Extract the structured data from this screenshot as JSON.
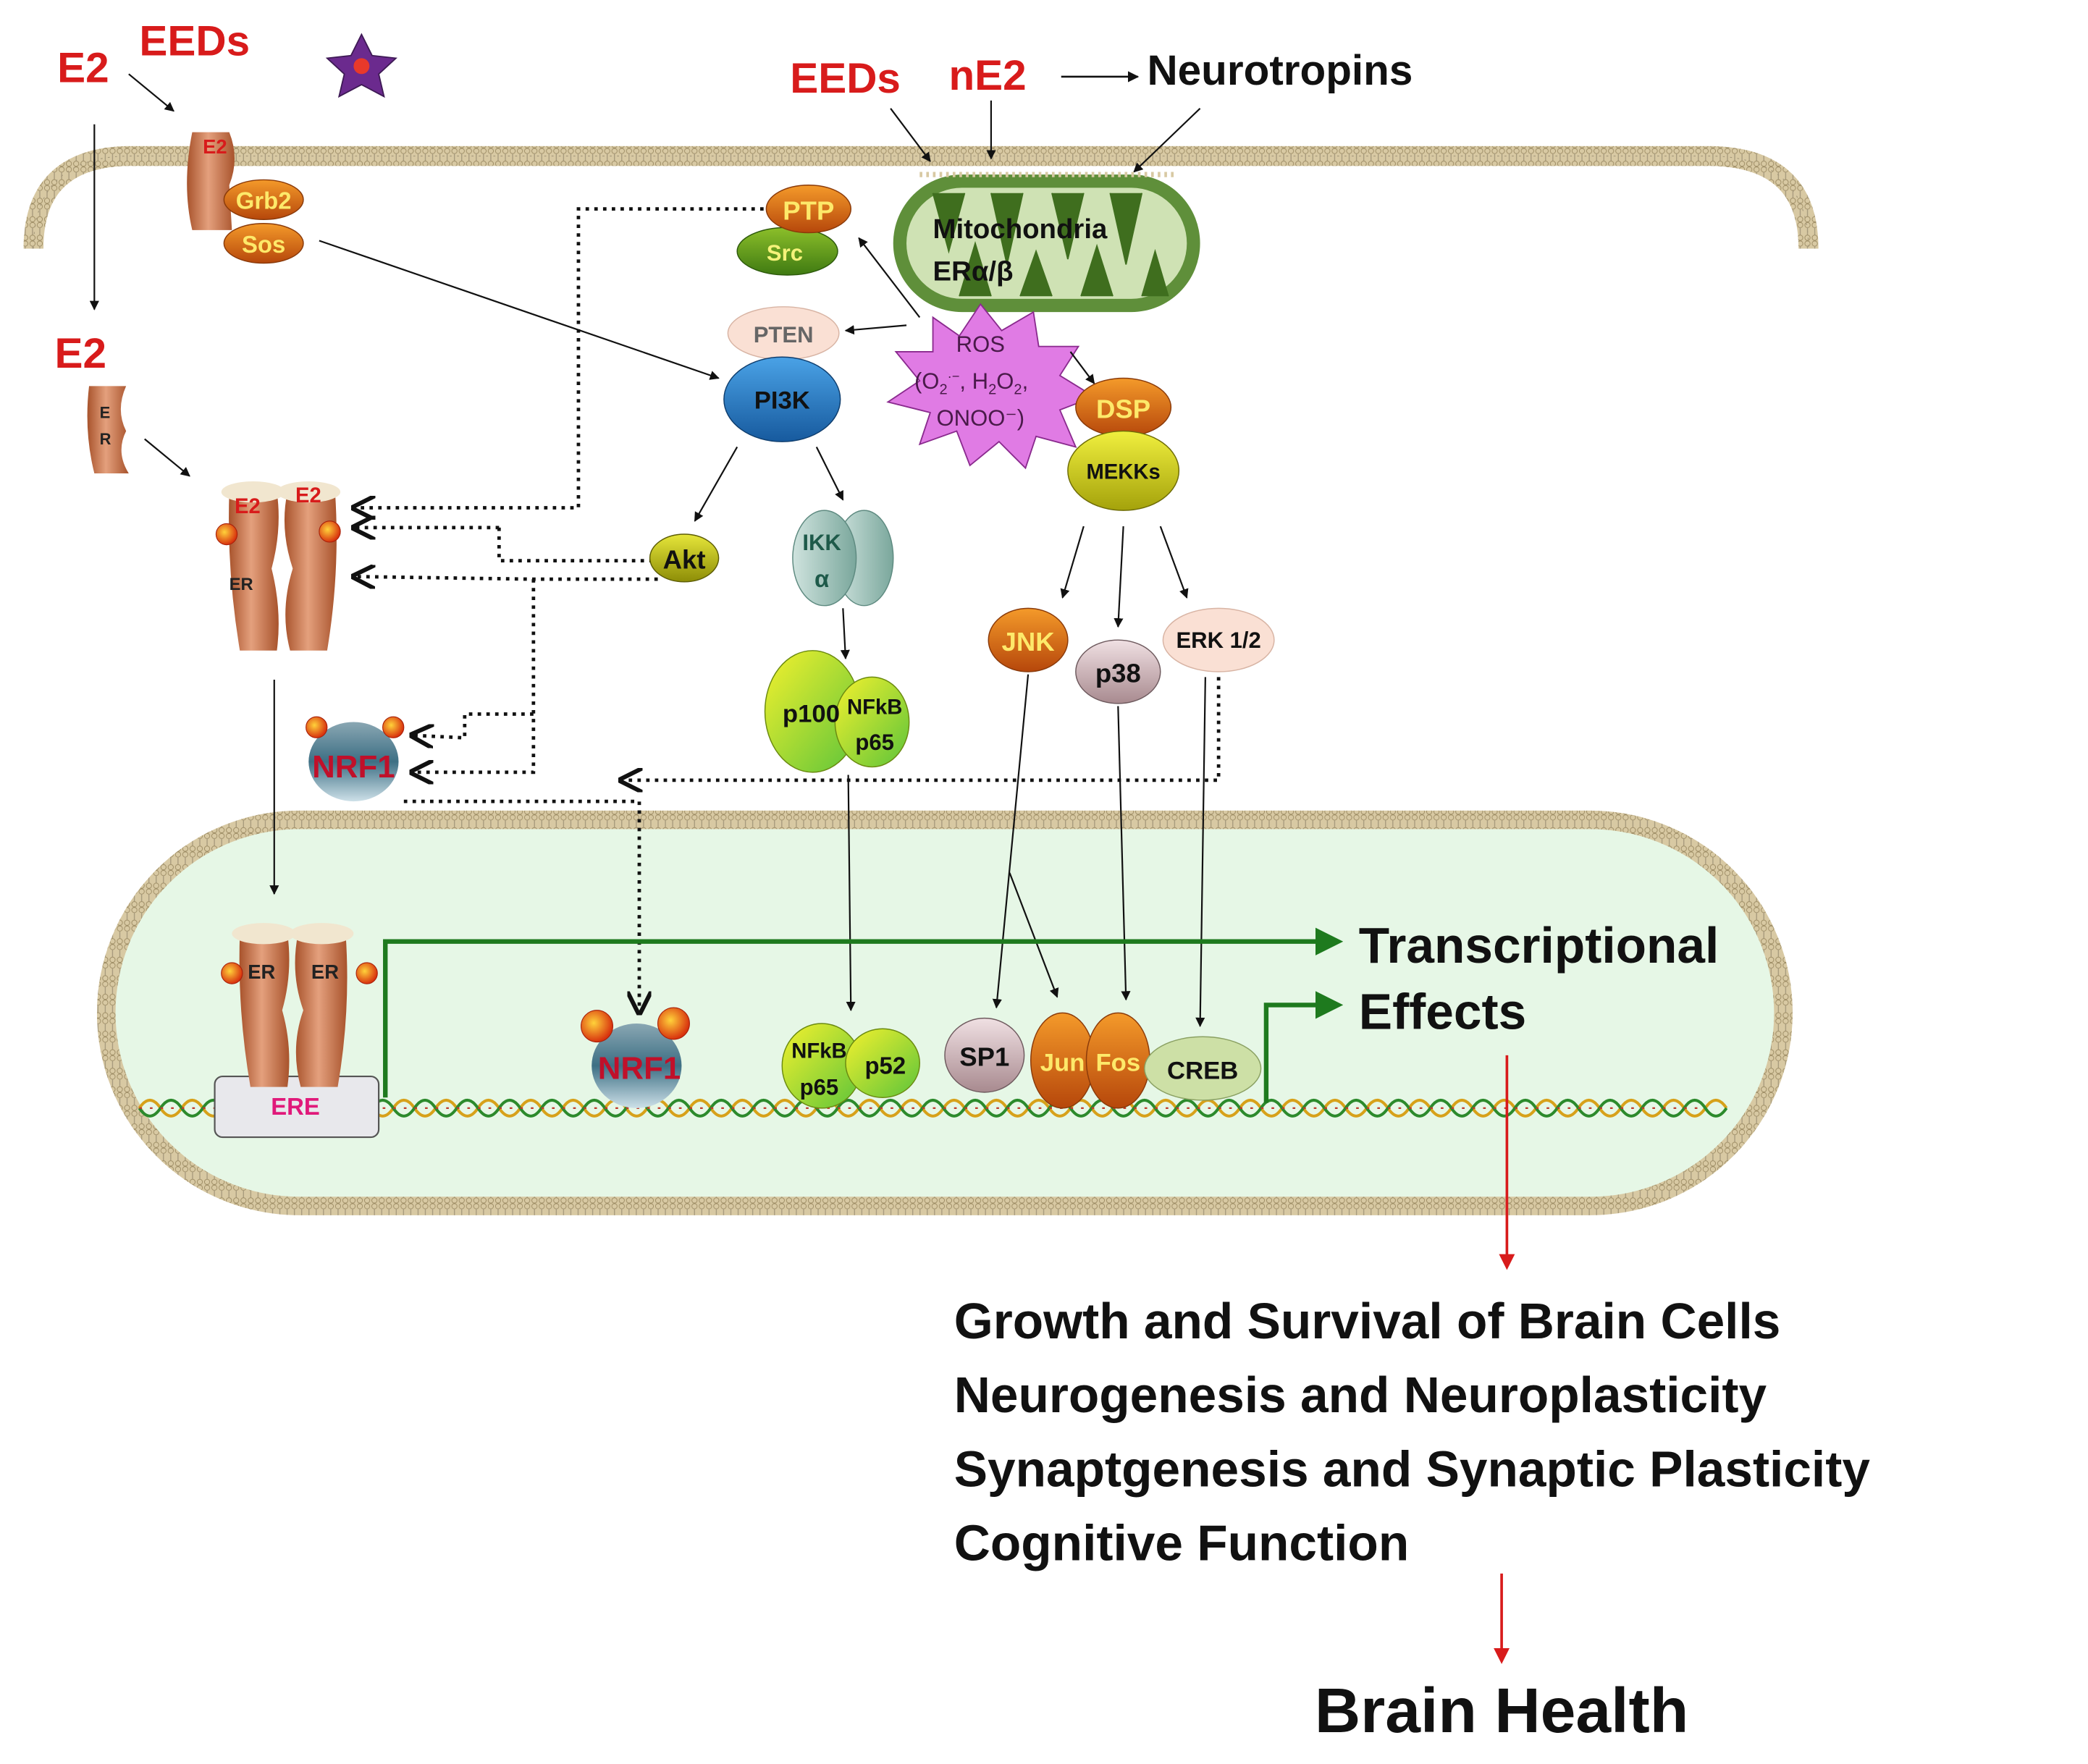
{
  "colors": {
    "red": "#d81b1b",
    "arrow_green": "#1e7a1e",
    "nucleus_fill": "#e6f7e6",
    "membrane_head": "#d8c9a3",
    "mito_outer": "#5f8f3a",
    "mito_inner": "#cfe2b4",
    "ros_fill": "#e07be4",
    "er_receptor": "#c8714a",
    "phosphate": "#e63b0e"
  },
  "top": {
    "e2_left": "E2",
    "eeds_left": "EEDs",
    "eeds_mid": "EEDs",
    "ne2": "nE2",
    "neurotropins": "Neurotropins"
  },
  "membrane_complex": {
    "e2_small": "E2",
    "grb2": "Grb2",
    "sos": "Sos"
  },
  "cytoplasm": {
    "e2_free": "E2",
    "er_e": "E",
    "er_r": "R",
    "dimer_e2_a": "E2",
    "dimer_e2_b": "E2",
    "dimer_er": "ER",
    "nrf1": "NRF1",
    "ptp": "PTP",
    "src": "Src",
    "pten": "PTEN",
    "pi3k": "PI3K",
    "akt": "Akt",
    "ikk_top": "IKK",
    "ikk_bottom": "α",
    "p100": "p100",
    "nfkb": "NFkB",
    "p65": "p65",
    "mito_title": "Mitochondria",
    "mito_sub": "ERα/β",
    "ros_line1": "ROS",
    "ros_line2_a": "(O",
    "ros_line2_b": "2",
    "ros_line2_c": "·−",
    "ros_line2_d": ", H",
    "ros_line2_e": "2",
    "ros_line2_f": "O",
    "ros_line2_g": "2",
    "ros_line2_h": ",",
    "ros_line3": "ONOO⁻)",
    "dsp": "DSP",
    "mekks": "MEKKs",
    "jnk": "JNK",
    "p38": "p38",
    "erk": "ERK 1/2"
  },
  "nucleus": {
    "er_a": "ER",
    "er_b": "ER",
    "ere": "ERE",
    "nrf1": "NRF1",
    "nfkb": "NFkB",
    "p65": "p65",
    "p52": "p52",
    "sp1": "SP1",
    "jun": "Jun",
    "fos": "Fos",
    "creb": "CREB"
  },
  "outcome": {
    "transcriptional": "Transcriptional",
    "effects": "Effects",
    "line1": "Growth and Survival of Brain Cells",
    "line2": "Neurogenesis and Neuroplasticity",
    "line3": "Synaptgenesis and Synaptic Plasticity",
    "line4": "Cognitive Function",
    "brain_health": "Brain Health"
  }
}
